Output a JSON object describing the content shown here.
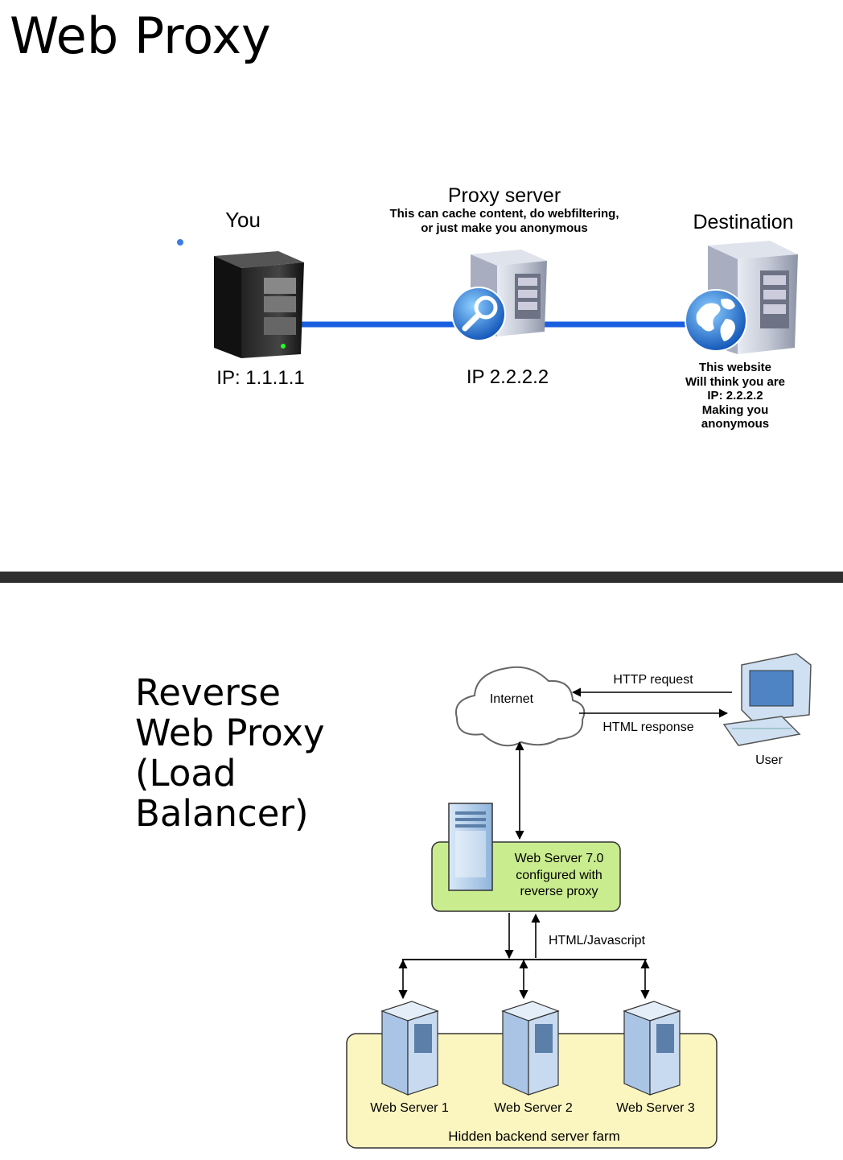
{
  "slide1": {
    "title": "Web Proxy",
    "you": {
      "label": "You",
      "ip": "IP: 1.1.1.1"
    },
    "proxy": {
      "label": "Proxy server",
      "desc_line1": "This can cache content, do webfiltering,",
      "desc_line2": "or just make you anonymous",
      "ip": "IP 2.2.2.2"
    },
    "destination": {
      "label": "Destination",
      "note": [
        "This website",
        "Will think you are",
        "IP: 2.2.2.2",
        "Making you",
        "anonymous"
      ]
    }
  },
  "slide2": {
    "title_lines": [
      "Reverse",
      "Web Proxy",
      "(Load",
      "Balancer)"
    ],
    "internet": "Internet",
    "http_request": "HTTP request",
    "html_response": "HTML response",
    "user": "User",
    "proxy_box": [
      "Web Server 7.0",
      "configured with",
      "reverse proxy"
    ],
    "html_js": "HTML/Javascript",
    "servers": [
      "Web Server 1",
      "Web Server 2",
      "Web Server 3"
    ],
    "farm": "Hidden backend server farm"
  },
  "colors": {
    "link_line": "#1a5fe0",
    "proxy_box": "#c9ec8e",
    "farm_box": "#fbf5c0",
    "divider": "#2f2f2f"
  }
}
